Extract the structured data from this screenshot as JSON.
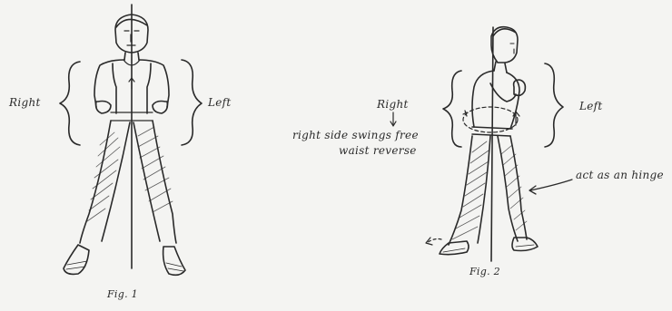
{
  "figures": [
    {
      "caption": "Fig. 1",
      "labels": {
        "right": "Right",
        "left": "Left"
      }
    },
    {
      "caption": "Fig. 2",
      "labels": {
        "right": "Right",
        "note_line1": "right side swings free",
        "note_line2": "waist reverse",
        "left": "Left",
        "hinge": "act as an hinge"
      }
    }
  ],
  "colors": {
    "ink": "#2a2a2a",
    "paper": "#f4f4f2"
  }
}
